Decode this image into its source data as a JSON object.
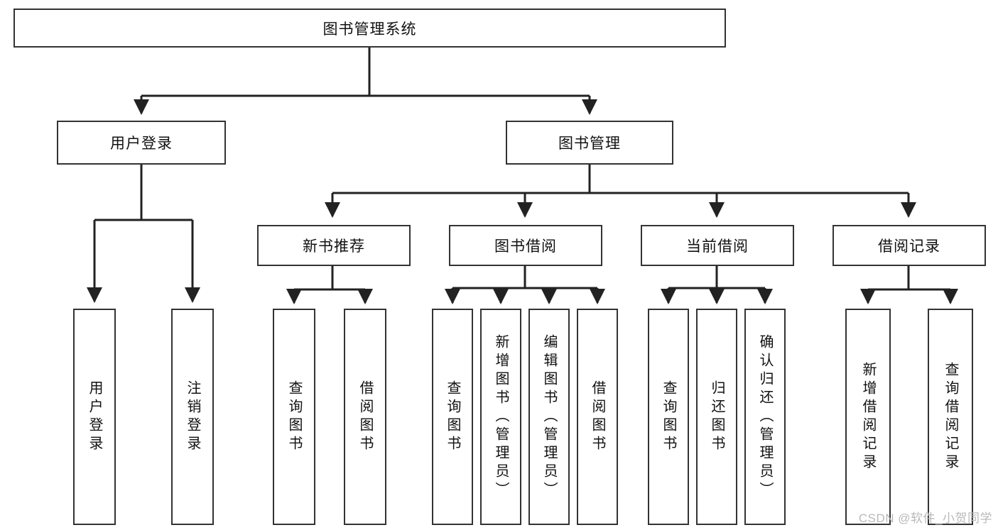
{
  "diagram": {
    "type": "tree",
    "title": "图书管理系统",
    "watermark": "CSDN @软件_小贺同学",
    "colors": {
      "box_border": "#333333",
      "box_fill": "#ffffff",
      "edge": "#222222",
      "text": "#111111",
      "watermark": "#b9b9b9",
      "background": "#ffffff"
    },
    "nodes": {
      "root": {
        "label": "图书管理系统",
        "level": 1,
        "orientation": "horizontal"
      },
      "user_login": {
        "label": "用户登录",
        "level": 2,
        "orientation": "horizontal"
      },
      "book_manage": {
        "label": "图书管理",
        "level": 2,
        "orientation": "horizontal"
      },
      "new_book_rec": {
        "label": "新书推荐",
        "level": 3,
        "orientation": "horizontal"
      },
      "book_borrow": {
        "label": "图书借阅",
        "level": 3,
        "orientation": "horizontal"
      },
      "current_borrow": {
        "label": "当前借阅",
        "level": 3,
        "orientation": "horizontal"
      },
      "borrow_record": {
        "label": "借阅记录",
        "level": 3,
        "orientation": "horizontal"
      },
      "leaf_user_login": {
        "label": "用户登录",
        "level": 4,
        "orientation": "vertical",
        "parent": "user_login"
      },
      "leaf_logout": {
        "label": "注销登录",
        "level": 4,
        "orientation": "vertical",
        "parent": "user_login"
      },
      "leaf_query_book_1": {
        "label": "查询图书",
        "level": 4,
        "orientation": "vertical",
        "parent": "new_book_rec"
      },
      "leaf_borrow_book_1": {
        "label": "借阅图书",
        "level": 4,
        "orientation": "vertical",
        "parent": "new_book_rec"
      },
      "leaf_query_book_2": {
        "label": "查询图书",
        "level": 4,
        "orientation": "vertical",
        "parent": "book_borrow"
      },
      "leaf_add_book": {
        "label": "新增图书（管理员）",
        "level": 4,
        "orientation": "vertical",
        "parent": "book_borrow"
      },
      "leaf_edit_book": {
        "label": "编辑图书（管理员）",
        "level": 4,
        "orientation": "vertical",
        "parent": "book_borrow"
      },
      "leaf_borrow_book_2": {
        "label": "借阅图书",
        "level": 4,
        "orientation": "vertical",
        "parent": "book_borrow"
      },
      "leaf_query_book_3": {
        "label": "查询图书",
        "level": 4,
        "orientation": "vertical",
        "parent": "current_borrow"
      },
      "leaf_return_book": {
        "label": "归还图书",
        "level": 4,
        "orientation": "vertical",
        "parent": "current_borrow"
      },
      "leaf_confirm_return": {
        "label": "确认归还（管理员）",
        "level": 4,
        "orientation": "vertical",
        "parent": "current_borrow"
      },
      "leaf_add_record": {
        "label": "新增借阅记录",
        "level": 4,
        "orientation": "vertical",
        "parent": "borrow_record"
      },
      "leaf_query_record": {
        "label": "查询借阅记录",
        "level": 4,
        "orientation": "vertical",
        "parent": "borrow_record"
      }
    },
    "edges": [
      {
        "from": "root",
        "to": "user_login"
      },
      {
        "from": "root",
        "to": "book_manage"
      },
      {
        "from": "user_login",
        "to": "leaf_user_login"
      },
      {
        "from": "user_login",
        "to": "leaf_logout"
      },
      {
        "from": "book_manage",
        "to": "new_book_rec"
      },
      {
        "from": "book_manage",
        "to": "book_borrow"
      },
      {
        "from": "book_manage",
        "to": "current_borrow"
      },
      {
        "from": "book_manage",
        "to": "borrow_record"
      },
      {
        "from": "new_book_rec",
        "to": "leaf_query_book_1"
      },
      {
        "from": "new_book_rec",
        "to": "leaf_borrow_book_1"
      },
      {
        "from": "book_borrow",
        "to": "leaf_query_book_2"
      },
      {
        "from": "book_borrow",
        "to": "leaf_add_book"
      },
      {
        "from": "book_borrow",
        "to": "leaf_edit_book"
      },
      {
        "from": "book_borrow",
        "to": "leaf_borrow_book_2"
      },
      {
        "from": "current_borrow",
        "to": "leaf_query_book_3"
      },
      {
        "from": "current_borrow",
        "to": "leaf_return_book"
      },
      {
        "from": "current_borrow",
        "to": "leaf_confirm_return"
      },
      {
        "from": "borrow_record",
        "to": "leaf_add_record"
      },
      {
        "from": "borrow_record",
        "to": "leaf_query_record"
      }
    ]
  }
}
